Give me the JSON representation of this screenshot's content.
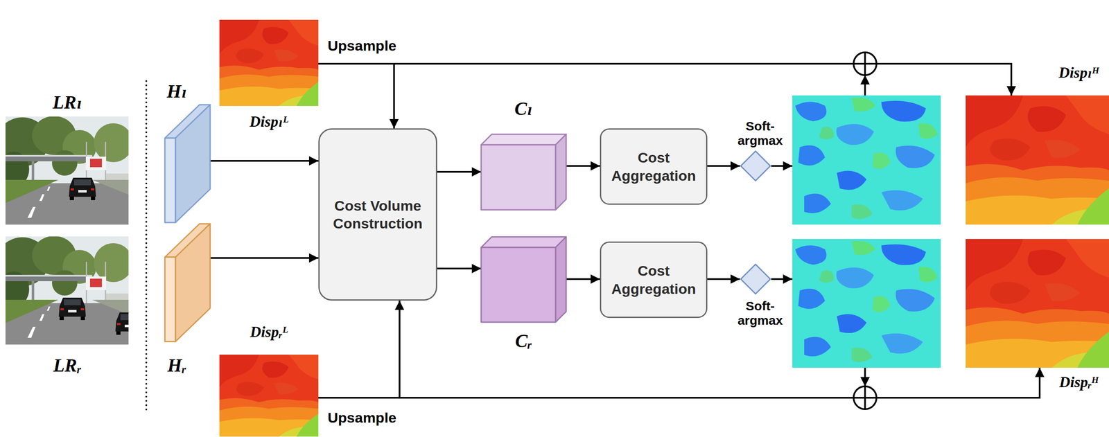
{
  "diagram": {
    "nodes": [
      {
        "text": [
          "LRₗ"
        ]
      },
      {
        "text": [
          "LRᵣ"
        ]
      },
      {
        "text": [
          "Hₗ"
        ]
      },
      {
        "text": [
          "Hᵣ"
        ]
      },
      {
        "text": [
          "Dispₗᴸ"
        ]
      },
      {
        "text": [
          "Dispᵣᴸ"
        ]
      },
      {
        "text": [
          "Cost Volume Construction"
        ]
      },
      {
        "text": [
          "Cₗ"
        ]
      },
      {
        "text": [
          "Cᵣ"
        ]
      },
      {
        "text": [
          "Cost Aggregation"
        ]
      },
      {
        "text": [
          "Cost Aggregation"
        ]
      },
      {
        "text": [
          "Soft-argmax"
        ]
      },
      {
        "text": [
          "Soft-argmax"
        ]
      },
      {
        "text": [
          "Dispₗᴴ"
        ]
      },
      {
        "text": [
          "Dispᵣᴴ"
        ]
      }
    ],
    "edges": [
      {
        "from": 2,
        "to": 6,
        "arrow": "to"
      },
      {
        "from": 3,
        "to": 6,
        "arrow": "to"
      },
      {
        "from": 4,
        "to": 6,
        "arrow": "to"
      },
      {
        "from": 5,
        "to": 6,
        "arrow": "to"
      },
      {
        "from": 6,
        "to": 7,
        "arrow": "to"
      },
      {
        "from": 6,
        "to": 8,
        "arrow": "to"
      },
      {
        "from": 7,
        "to": 9,
        "arrow": "to"
      },
      {
        "from": 8,
        "to": 10,
        "arrow": "to"
      },
      {
        "from": 9,
        "to": 11,
        "arrow": "to"
      },
      {
        "from": 10,
        "to": 12,
        "arrow": "to"
      },
      {
        "from": 4,
        "to": 13,
        "arrow": "to"
      },
      {
        "from": 5,
        "to": 14,
        "arrow": "to"
      }
    ],
    "labels": [
      "Upsample",
      "Upsample"
    ]
  }
}
